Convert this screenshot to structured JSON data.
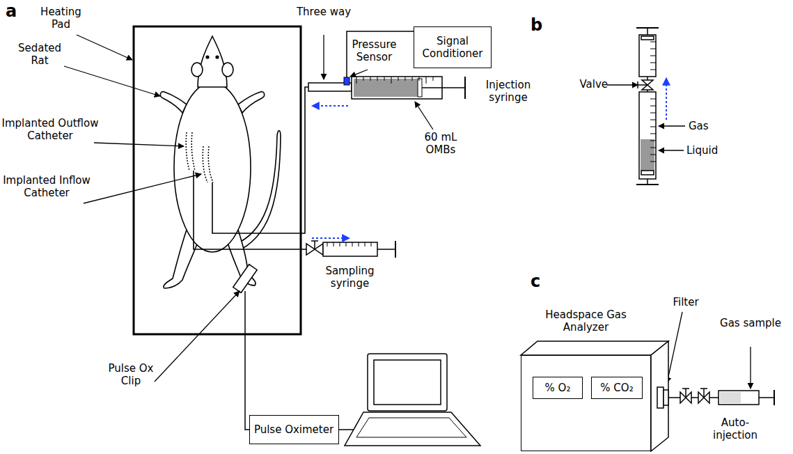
{
  "diagram": {
    "nodes": [
      {
        "text": [
          "Signal Conditioner"
        ]
      },
      {
        "text": [
          "Pulse Oximeter"
        ]
      },
      {
        "text": [
          "Headspace Gas Analyzer"
        ]
      },
      {
        "text": [
          "% O₂"
        ],
        "in": 2
      },
      {
        "text": [
          "% CO₂"
        ],
        "in": 2
      }
    ],
    "labels": [
      "a",
      "b",
      "c",
      "Heating Pad",
      "Sedated Rat",
      "Implanted Outflow Catheter",
      "Implanted Inflow Catheter",
      "Three way",
      "Pressure Sensor",
      "Injection syringe",
      "60 mL OMBs",
      "Sampling syringe",
      "Pulse Ox Clip",
      "Valve",
      "Gas",
      "Liquid",
      "Filter",
      "Gas sample",
      "Auto- injection"
    ]
  }
}
